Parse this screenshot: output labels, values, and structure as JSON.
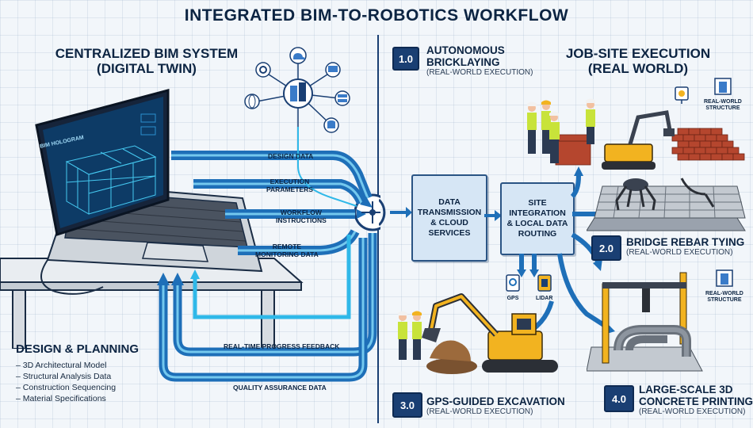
{
  "title": "INTEGRATED BIM-TO-ROBOTICS WORKFLOW",
  "left": {
    "heading_line1": "CENTRALIZED BIM SYSTEM",
    "heading_line2": "(DIGITAL TWIN)",
    "screen_label": "BIM HOLOGRAM"
  },
  "flows": {
    "design_data": "DESIGN DATA",
    "execution_parameters_1": "EXECUTION",
    "execution_parameters_2": "PARAMETERS",
    "workflow_instructions_1": "WORKFLOW",
    "workflow_instructions_2": "INSTRUCTIONS",
    "remote_monitoring_1": "REMOTE",
    "remote_monitoring_2": "MONITORING DATA",
    "progress_feedback": "REAL-TIME PROGRESS FEEDBACK",
    "quality_assurance": "QUALITY ASSURANCE DATA"
  },
  "design_planning": {
    "title": "DESIGN & PLANNING",
    "items": [
      "3D Architectural Model",
      "Structural Analysis Data",
      "Construction Sequencing",
      "Material Specifications"
    ]
  },
  "middle": {
    "data_transmission_1": "DATA",
    "data_transmission_2": "TRANSMISSION",
    "data_transmission_3": "& CLOUD",
    "data_transmission_4": "SERVICES",
    "site_integration_1": "SITE",
    "site_integration_2": "INTEGRATION",
    "site_integration_3": "& LOCAL DATA",
    "site_integration_4": "ROUTING",
    "gps_label": "GPS",
    "lidar_label": "LIDAR"
  },
  "right": {
    "heading_line1": "JOB-SITE EXECUTION",
    "heading_line2": "(REAL WORLD)",
    "structure_line1": "REAL-WORLD",
    "structure_line2": "STRUCTURE"
  },
  "steps": [
    {
      "number": "1.0",
      "title_line1": "AUTONOMOUS",
      "title_line2": "BRICKLAYING",
      "subtitle": "(REAL-WORLD EXECUTION)"
    },
    {
      "number": "2.0",
      "title_line1": "BRIDGE REBAR TYING",
      "title_line2": "",
      "subtitle": "(REAL-WORLD EXECUTION)"
    },
    {
      "number": "3.0",
      "title_line1": "GPS-GUIDED EXCAVATION",
      "title_line2": "",
      "subtitle": "(REAL-WORLD EXECUTION)"
    },
    {
      "number": "4.0",
      "title_line1": "LARGE-SCALE 3D",
      "title_line2": "CONCRETE PRINTING",
      "subtitle": "(REAL-WORLD EXECUTION)"
    }
  ],
  "colors": {
    "navy": "#0c2442",
    "flow_blue": "#1e6fb8",
    "flow_light": "#2fb8e8",
    "box_fill": "#d6e6f5",
    "safety_yellow": "#f2b320",
    "brick": "#b5462e"
  }
}
